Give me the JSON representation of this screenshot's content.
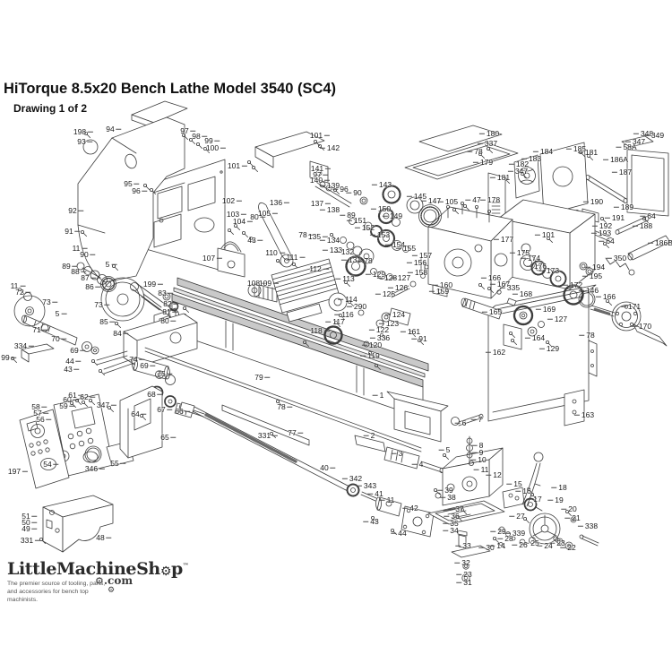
{
  "page": {
    "title": "HiTorque 8.5x20 Bench Lathe Model 3540 (SC4)",
    "subtitle": "Drawing 1 of 2"
  },
  "logo": {
    "brand_prefix": "LittleMachineSh",
    "brand_suffix": "p",
    "trademark": "™",
    "domain": ".com",
    "gear_icon": "⚙",
    "tagline1": "The premier source of tooling, parts,",
    "tagline2": "and accessories for bench top machinists."
  },
  "diagram": {
    "labels": [
      [
        "198",
        93,
        147
      ],
      [
        "93",
        95,
        158
      ],
      [
        "94",
        127,
        144
      ],
      [
        "95",
        147,
        205
      ],
      [
        "96",
        156,
        213
      ],
      [
        "97",
        210,
        146
      ],
      [
        "98",
        223,
        152
      ],
      [
        "99",
        237,
        157
      ],
      [
        "100",
        241,
        165
      ],
      [
        "101",
        265,
        185
      ],
      [
        "92",
        85,
        235
      ],
      [
        "91",
        81,
        258
      ],
      [
        "102",
        259,
        224
      ],
      [
        "103",
        264,
        239
      ],
      [
        "104",
        271,
        247
      ],
      [
        "80",
        288,
        242
      ],
      [
        "43",
        285,
        268
      ],
      [
        "107",
        237,
        288
      ],
      [
        "11",
        89,
        277
      ],
      [
        "90",
        98,
        284
      ],
      [
        "89",
        78,
        297
      ],
      [
        "88",
        88,
        303
      ],
      [
        "87",
        99,
        310
      ],
      [
        "5",
        124,
        295
      ],
      [
        "86",
        104,
        320
      ],
      [
        "101",
        357,
        151
      ],
      [
        "142",
        368,
        165
      ],
      [
        "141",
        358,
        188
      ],
      [
        "97",
        358,
        195
      ],
      [
        "140",
        357,
        201
      ],
      [
        "139",
        368,
        207
      ],
      [
        "96",
        380,
        211
      ],
      [
        "90",
        395,
        215
      ],
      [
        "136",
        312,
        226
      ],
      [
        "137",
        358,
        227
      ],
      [
        "138",
        368,
        234
      ],
      [
        "89",
        388,
        240
      ],
      [
        "151",
        398,
        246
      ],
      [
        "150",
        425,
        233
      ],
      [
        "149",
        438,
        241
      ],
      [
        "152",
        407,
        254
      ],
      [
        "143",
        426,
        206
      ],
      [
        "145",
        465,
        219
      ],
      [
        "147",
        481,
        224
      ],
      [
        "105",
        500,
        225
      ],
      [
        "47",
        528,
        223
      ],
      [
        "105",
        299,
        238
      ],
      [
        "78",
        342,
        262
      ],
      [
        "135",
        355,
        264
      ],
      [
        "134",
        368,
        268
      ],
      [
        "133",
        371,
        279
      ],
      [
        "132",
        384,
        281
      ],
      [
        "153",
        424,
        262
      ],
      [
        "154",
        441,
        273
      ],
      [
        "155",
        453,
        277
      ],
      [
        "110",
        307,
        282
      ],
      [
        "111",
        330,
        287
      ],
      [
        "131",
        392,
        290
      ],
      [
        "78",
        407,
        291
      ],
      [
        "112",
        356,
        300
      ],
      [
        "113",
        385,
        311
      ],
      [
        "114",
        388,
        334
      ],
      [
        "108",
        287,
        316
      ],
      [
        "109",
        300,
        316
      ],
      [
        "129",
        419,
        306
      ],
      [
        "128",
        432,
        310
      ],
      [
        "127",
        447,
        310
      ],
      [
        "156",
        465,
        293
      ],
      [
        "157",
        471,
        285
      ],
      [
        "158",
        466,
        304
      ],
      [
        "159",
        490,
        325
      ],
      [
        "160",
        494,
        318
      ],
      [
        "180",
        546,
        149
      ],
      [
        "337",
        544,
        160
      ],
      [
        "78",
        530,
        169
      ],
      [
        "179",
        539,
        181
      ],
      [
        "184",
        606,
        169
      ],
      [
        "185",
        643,
        166
      ],
      [
        "181",
        656,
        170
      ],
      [
        "183",
        593,
        177
      ],
      [
        "182",
        579,
        183
      ],
      [
        "347",
        578,
        191
      ],
      [
        "181",
        558,
        198
      ],
      [
        "178",
        547,
        223
      ],
      [
        "177",
        562,
        267
      ],
      [
        "101",
        608,
        262
      ],
      [
        "64",
        677,
        269
      ],
      [
        "193",
        671,
        260
      ],
      [
        "192",
        672,
        252
      ],
      [
        "191",
        686,
        243
      ],
      [
        "189",
        696,
        231
      ],
      [
        "190",
        662,
        225
      ],
      [
        "64",
        723,
        241
      ],
      [
        "188",
        717,
        252
      ],
      [
        "187",
        694,
        192
      ],
      [
        "186A",
        687,
        178
      ],
      [
        "58A",
        699,
        164
      ],
      [
        "347",
        709,
        158
      ],
      [
        "348",
        718,
        149
      ],
      [
        "349",
        730,
        151
      ],
      [
        "186B",
        737,
        271
      ],
      [
        "350",
        688,
        288
      ],
      [
        "194",
        664,
        298
      ],
      [
        "195",
        661,
        308
      ],
      [
        "175",
        580,
        282
      ],
      [
        "174",
        592,
        288
      ],
      [
        "176",
        599,
        297
      ],
      [
        "173",
        613,
        302
      ],
      [
        "166",
        548,
        310
      ],
      [
        "167",
        558,
        317
      ],
      [
        "335",
        569,
        321
      ],
      [
        "168",
        583,
        328
      ],
      [
        "165",
        549,
        348
      ],
      [
        "169",
        609,
        345
      ],
      [
        "127",
        622,
        356
      ],
      [
        "164",
        597,
        377
      ],
      [
        "129",
        613,
        389
      ],
      [
        "172",
        639,
        318
      ],
      [
        "146",
        657,
        324
      ],
      [
        "166",
        676,
        331
      ],
      [
        "171",
        704,
        342
      ],
      [
        "170",
        716,
        364
      ],
      [
        "78",
        655,
        374
      ],
      [
        "162",
        553,
        393
      ],
      [
        "163",
        652,
        463
      ],
      [
        "11",
        20,
        319
      ],
      [
        "72",
        26,
        326
      ],
      [
        "73",
        56,
        337
      ],
      [
        "73",
        114,
        340
      ],
      [
        "199",
        171,
        317
      ],
      [
        "83",
        185,
        327
      ],
      [
        "82",
        191,
        339
      ],
      [
        "81",
        190,
        348
      ],
      [
        "80",
        188,
        358
      ],
      [
        "85",
        120,
        359
      ],
      [
        "5",
        68,
        350
      ],
      [
        "71",
        45,
        368
      ],
      [
        "70",
        66,
        378
      ],
      [
        "84",
        135,
        372
      ],
      [
        "334",
        27,
        386
      ],
      [
        "99",
        10,
        399
      ],
      [
        "69",
        87,
        391
      ],
      [
        "44",
        82,
        403
      ],
      [
        "43",
        80,
        412
      ],
      [
        "74",
        153,
        401
      ],
      [
        "69",
        165,
        408
      ],
      [
        "75",
        184,
        417
      ],
      [
        "68",
        173,
        440
      ],
      [
        "67",
        184,
        457
      ],
      [
        "66",
        204,
        459
      ],
      [
        "290",
        398,
        342
      ],
      [
        "116",
        384,
        351
      ],
      [
        "117",
        374,
        359
      ],
      [
        "118",
        357,
        369
      ],
      [
        "120",
        415,
        385
      ],
      [
        "119",
        413,
        397
      ],
      [
        "125",
        430,
        328
      ],
      [
        "126",
        444,
        321
      ],
      [
        "124",
        441,
        351
      ],
      [
        "123",
        434,
        361
      ],
      [
        "122",
        423,
        368
      ],
      [
        "336",
        424,
        377
      ],
      [
        "161",
        458,
        370
      ],
      [
        "91",
        468,
        378
      ],
      [
        "79",
        293,
        421
      ],
      [
        "78",
        318,
        454
      ],
      [
        "1",
        422,
        441
      ],
      [
        "331",
        299,
        486
      ],
      [
        "77",
        330,
        483
      ],
      [
        "58",
        44,
        454
      ],
      [
        "57",
        46,
        461
      ],
      [
        "56",
        49,
        468
      ],
      [
        "59",
        75,
        453
      ],
      [
        "60",
        79,
        446
      ],
      [
        "61",
        85,
        441
      ],
      [
        "62",
        98,
        443
      ],
      [
        "347",
        119,
        452
      ],
      [
        "64",
        155,
        462
      ],
      [
        "65",
        188,
        488
      ],
      [
        "54",
        57,
        518
      ],
      [
        "197",
        20,
        526
      ],
      [
        "346",
        106,
        523
      ],
      [
        "55",
        132,
        517
      ],
      [
        "51",
        33,
        576
      ],
      [
        "50",
        33,
        583
      ],
      [
        "49",
        33,
        590
      ],
      [
        "331",
        34,
        603
      ],
      [
        "48",
        116,
        600
      ],
      [
        "40",
        366,
        522
      ],
      [
        "342",
        393,
        534
      ],
      [
        "343",
        409,
        542
      ],
      [
        "41",
        419,
        551
      ],
      [
        "11",
        432,
        558
      ],
      [
        "42",
        458,
        567
      ],
      [
        "43",
        414,
        582
      ],
      [
        "44",
        445,
        595
      ],
      [
        "2",
        412,
        486
      ],
      [
        "3",
        443,
        506
      ],
      [
        "4",
        466,
        518
      ],
      [
        "5",
        496,
        502
      ],
      [
        "6",
        514,
        472
      ],
      [
        "7",
        532,
        468
      ],
      [
        "8",
        533,
        497
      ],
      [
        "9",
        533,
        505
      ],
      [
        "10",
        534,
        513
      ],
      [
        "11",
        537,
        524
      ],
      [
        "12",
        551,
        530
      ],
      [
        "39",
        497,
        547
      ],
      [
        "38",
        500,
        555
      ],
      [
        "37",
        509,
        568
      ],
      [
        "36",
        504,
        576
      ],
      [
        "35",
        503,
        584
      ],
      [
        "34",
        503,
        592
      ],
      [
        "33",
        517,
        609
      ],
      [
        "32",
        516,
        628
      ],
      [
        "23",
        518,
        641
      ],
      [
        "31",
        518,
        650
      ],
      [
        "15",
        574,
        540
      ],
      [
        "16",
        584,
        548
      ],
      [
        "17",
        596,
        557
      ],
      [
        "18",
        624,
        544
      ],
      [
        "19",
        620,
        558
      ],
      [
        "20",
        635,
        568
      ],
      [
        "21",
        639,
        578
      ],
      [
        "22",
        634,
        611
      ],
      [
        "23",
        622,
        606
      ],
      [
        "24",
        608,
        609
      ],
      [
        "25",
        593,
        606
      ],
      [
        "26",
        580,
        608
      ],
      [
        "27",
        577,
        576
      ],
      [
        "28",
        564,
        601
      ],
      [
        "29",
        556,
        593
      ],
      [
        "30",
        543,
        611
      ],
      [
        "14",
        555,
        609
      ],
      [
        "338",
        656,
        587
      ],
      [
        "339",
        575,
        595
      ]
    ]
  }
}
